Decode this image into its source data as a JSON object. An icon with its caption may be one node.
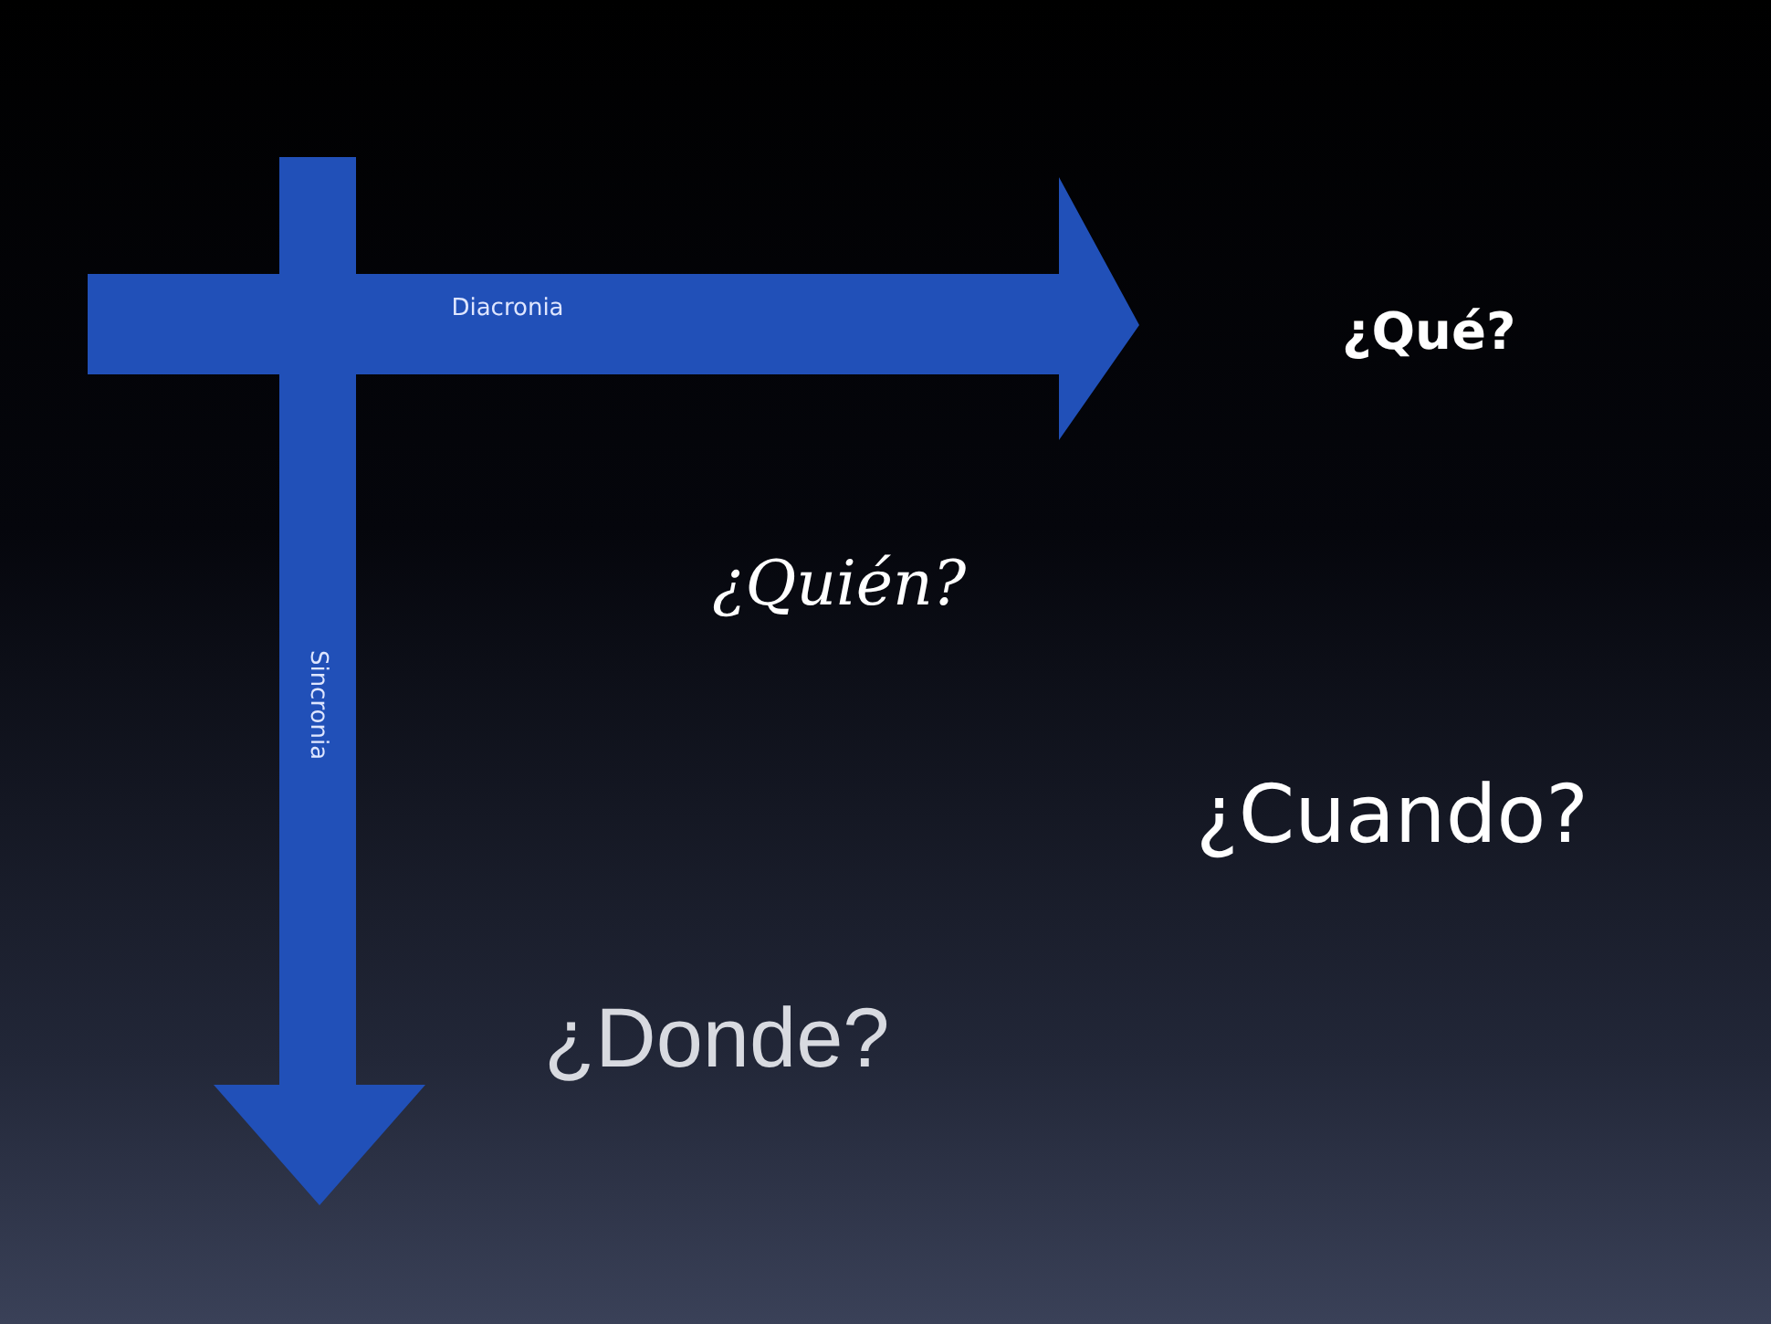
{
  "diagram": {
    "nodes": [
      {
        "text": [
          "Diacronia"
        ]
      },
      {
        "text": [
          "Sincronia"
        ]
      }
    ],
    "labels": [
      "¿Qué?",
      "¿Quién?",
      "¿Cuando?",
      "¿Donde?"
    ]
  }
}
